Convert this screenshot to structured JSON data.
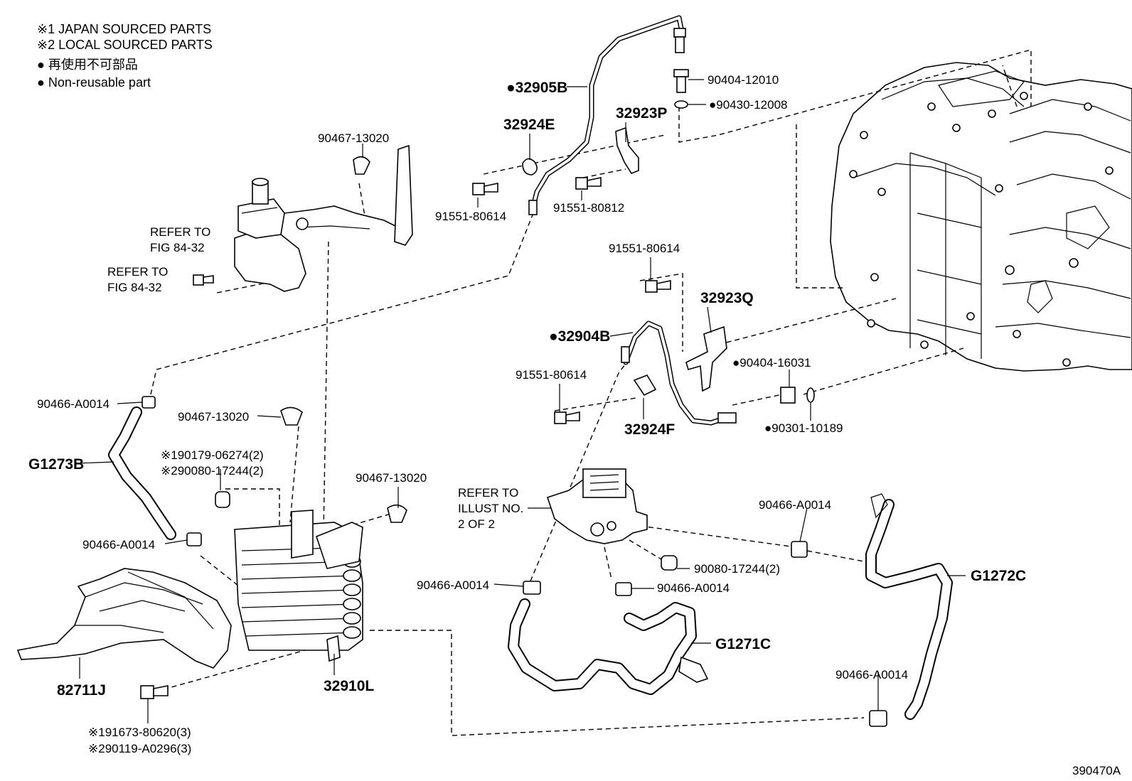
{
  "legend": {
    "line1": "※1 JAPAN SOURCED PARTS",
    "line2": "※2 LOCAL SOURCED PARTS",
    "line3": "● 再使用不可部品",
    "line4": "● Non-reusable part"
  },
  "refs": {
    "refer_fig_a_1": "REFER TO",
    "refer_fig_a_2": "FIG 84-32",
    "refer_fig_b_1": "REFER TO",
    "refer_fig_b_2": "FIG 84-32",
    "refer_illust_1": "REFER TO",
    "refer_illust_2": "ILLUST NO.",
    "refer_illust_3": "2 OF 2"
  },
  "parts": {
    "p32905B": "●32905B",
    "p90404_12010": "90404-12010",
    "p90430_12008": "●90430-12008",
    "p32924E": "32924E",
    "p32923P": "32923P",
    "p90467_13020_a": "90467-13020",
    "p91551_80614_a": "91551-80614",
    "p91551_80812": "91551-80812",
    "p91551_80614_b": "91551-80614",
    "p32923Q": "32923Q",
    "p32904B": "●32904B",
    "p90404_16031": "●90404-16031",
    "p91551_80614_c": "91551-80614",
    "p32924F": "32924F",
    "p90301_10189": "●90301-10189",
    "p90466_A0014_a": "90466-A0014",
    "p90467_13020_b": "90467-13020",
    "pG1273B": "G1273B",
    "p190179": "※190179-06274(2)",
    "p290080": "※290080-17244(2)",
    "p90467_13020_c": "90467-13020",
    "p90466_A0014_b": "90466-A0014",
    "p90466_A0014_c": "90466-A0014",
    "p90466_A0014_d": "90466-A0014",
    "p90080_17244": "90080-17244(2)",
    "p90466_A0014_e": "90466-A0014",
    "pG1272C": "G1272C",
    "pG1271C": "G1271C",
    "p90466_A0014_f": "90466-A0014",
    "p82711J": "82711J",
    "p32910L": "32910L",
    "p191673": "※191673-80620(3)",
    "p290119": "※290119-A0296(3)"
  },
  "figure_id": "390470A"
}
